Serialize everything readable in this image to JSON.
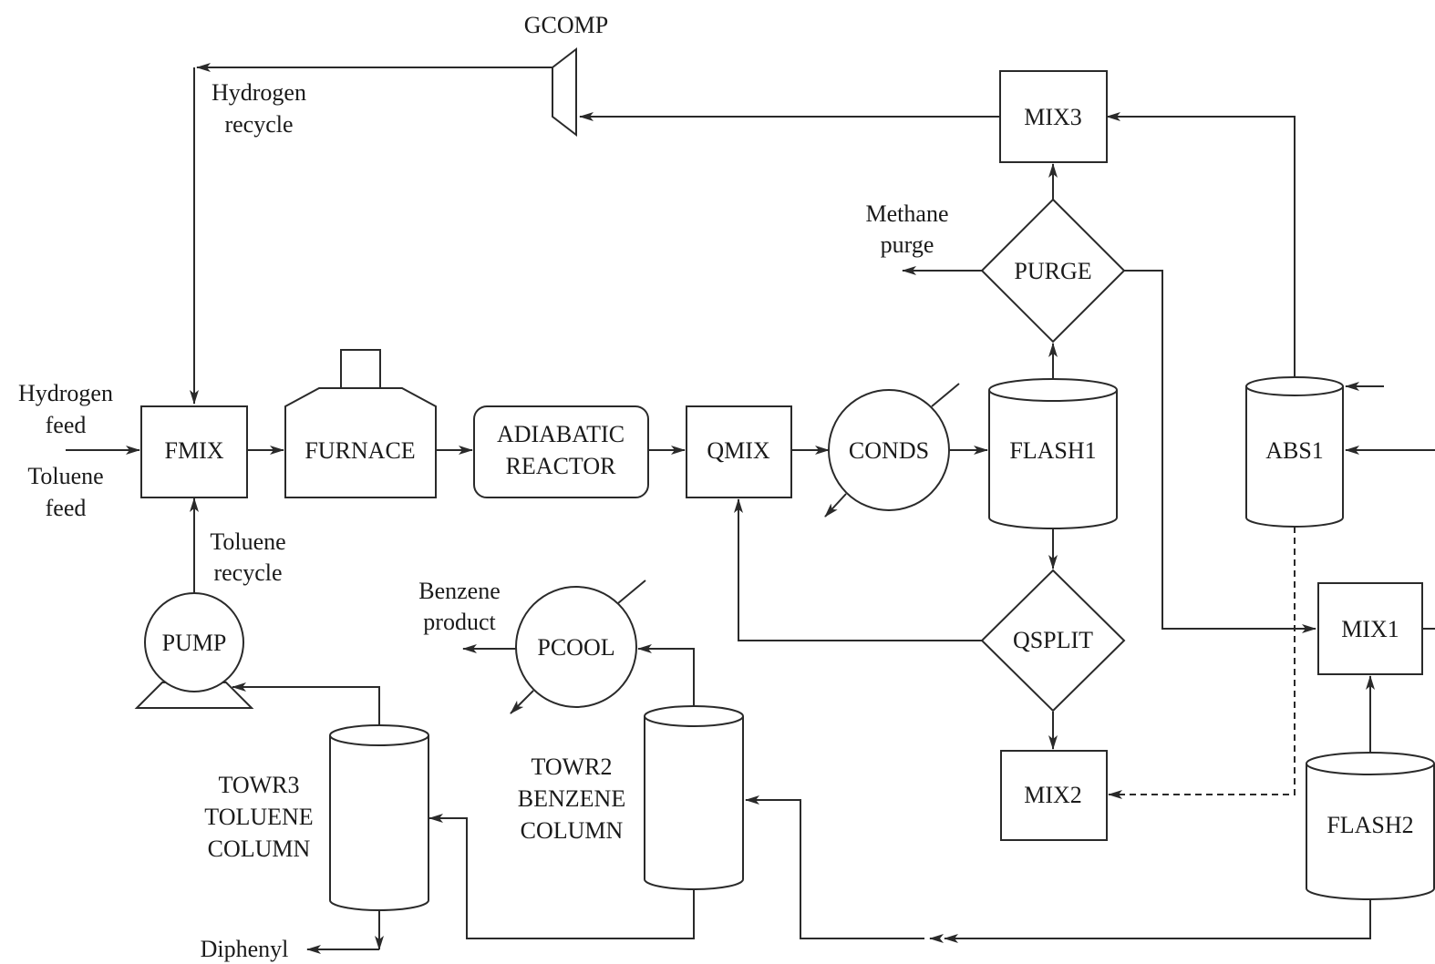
{
  "units": {
    "gcomp": "GCOMP",
    "mix3": "MIX3",
    "purge": "PURGE",
    "fmix": "FMIX",
    "furnace": "FURNACE",
    "reactor_line1": "ADIABATIC",
    "reactor_line2": "REACTOR",
    "qmix": "QMIX",
    "conds": "CONDS",
    "flash1": "FLASH1",
    "abs1": "ABS1",
    "qsplit": "QSPLIT",
    "mix1": "MIX1",
    "pump": "PUMP",
    "pcool": "PCOOL",
    "mix2": "MIX2",
    "flash2": "FLASH2",
    "towr2_line1": "TOWR2",
    "towr2_line2": "BENZENE",
    "towr2_line3": "COLUMN",
    "towr3_line1": "TOWR3",
    "towr3_line2": "TOLUENE",
    "towr3_line3": "COLUMN"
  },
  "streams": {
    "hydrogen_recycle_1": "Hydrogen",
    "hydrogen_recycle_2": "recycle",
    "methane_purge_1": "Methane",
    "methane_purge_2": "purge",
    "hydrogen_feed_1": "Hydrogen",
    "hydrogen_feed_2": "feed",
    "toluene_feed_1": "Toluene",
    "toluene_feed_2": "feed",
    "toluene_recycle_1": "Toluene",
    "toluene_recycle_2": "recycle",
    "benzene_product_1": "Benzene",
    "benzene_product_2": "product",
    "diphenyl": "Diphenyl"
  }
}
